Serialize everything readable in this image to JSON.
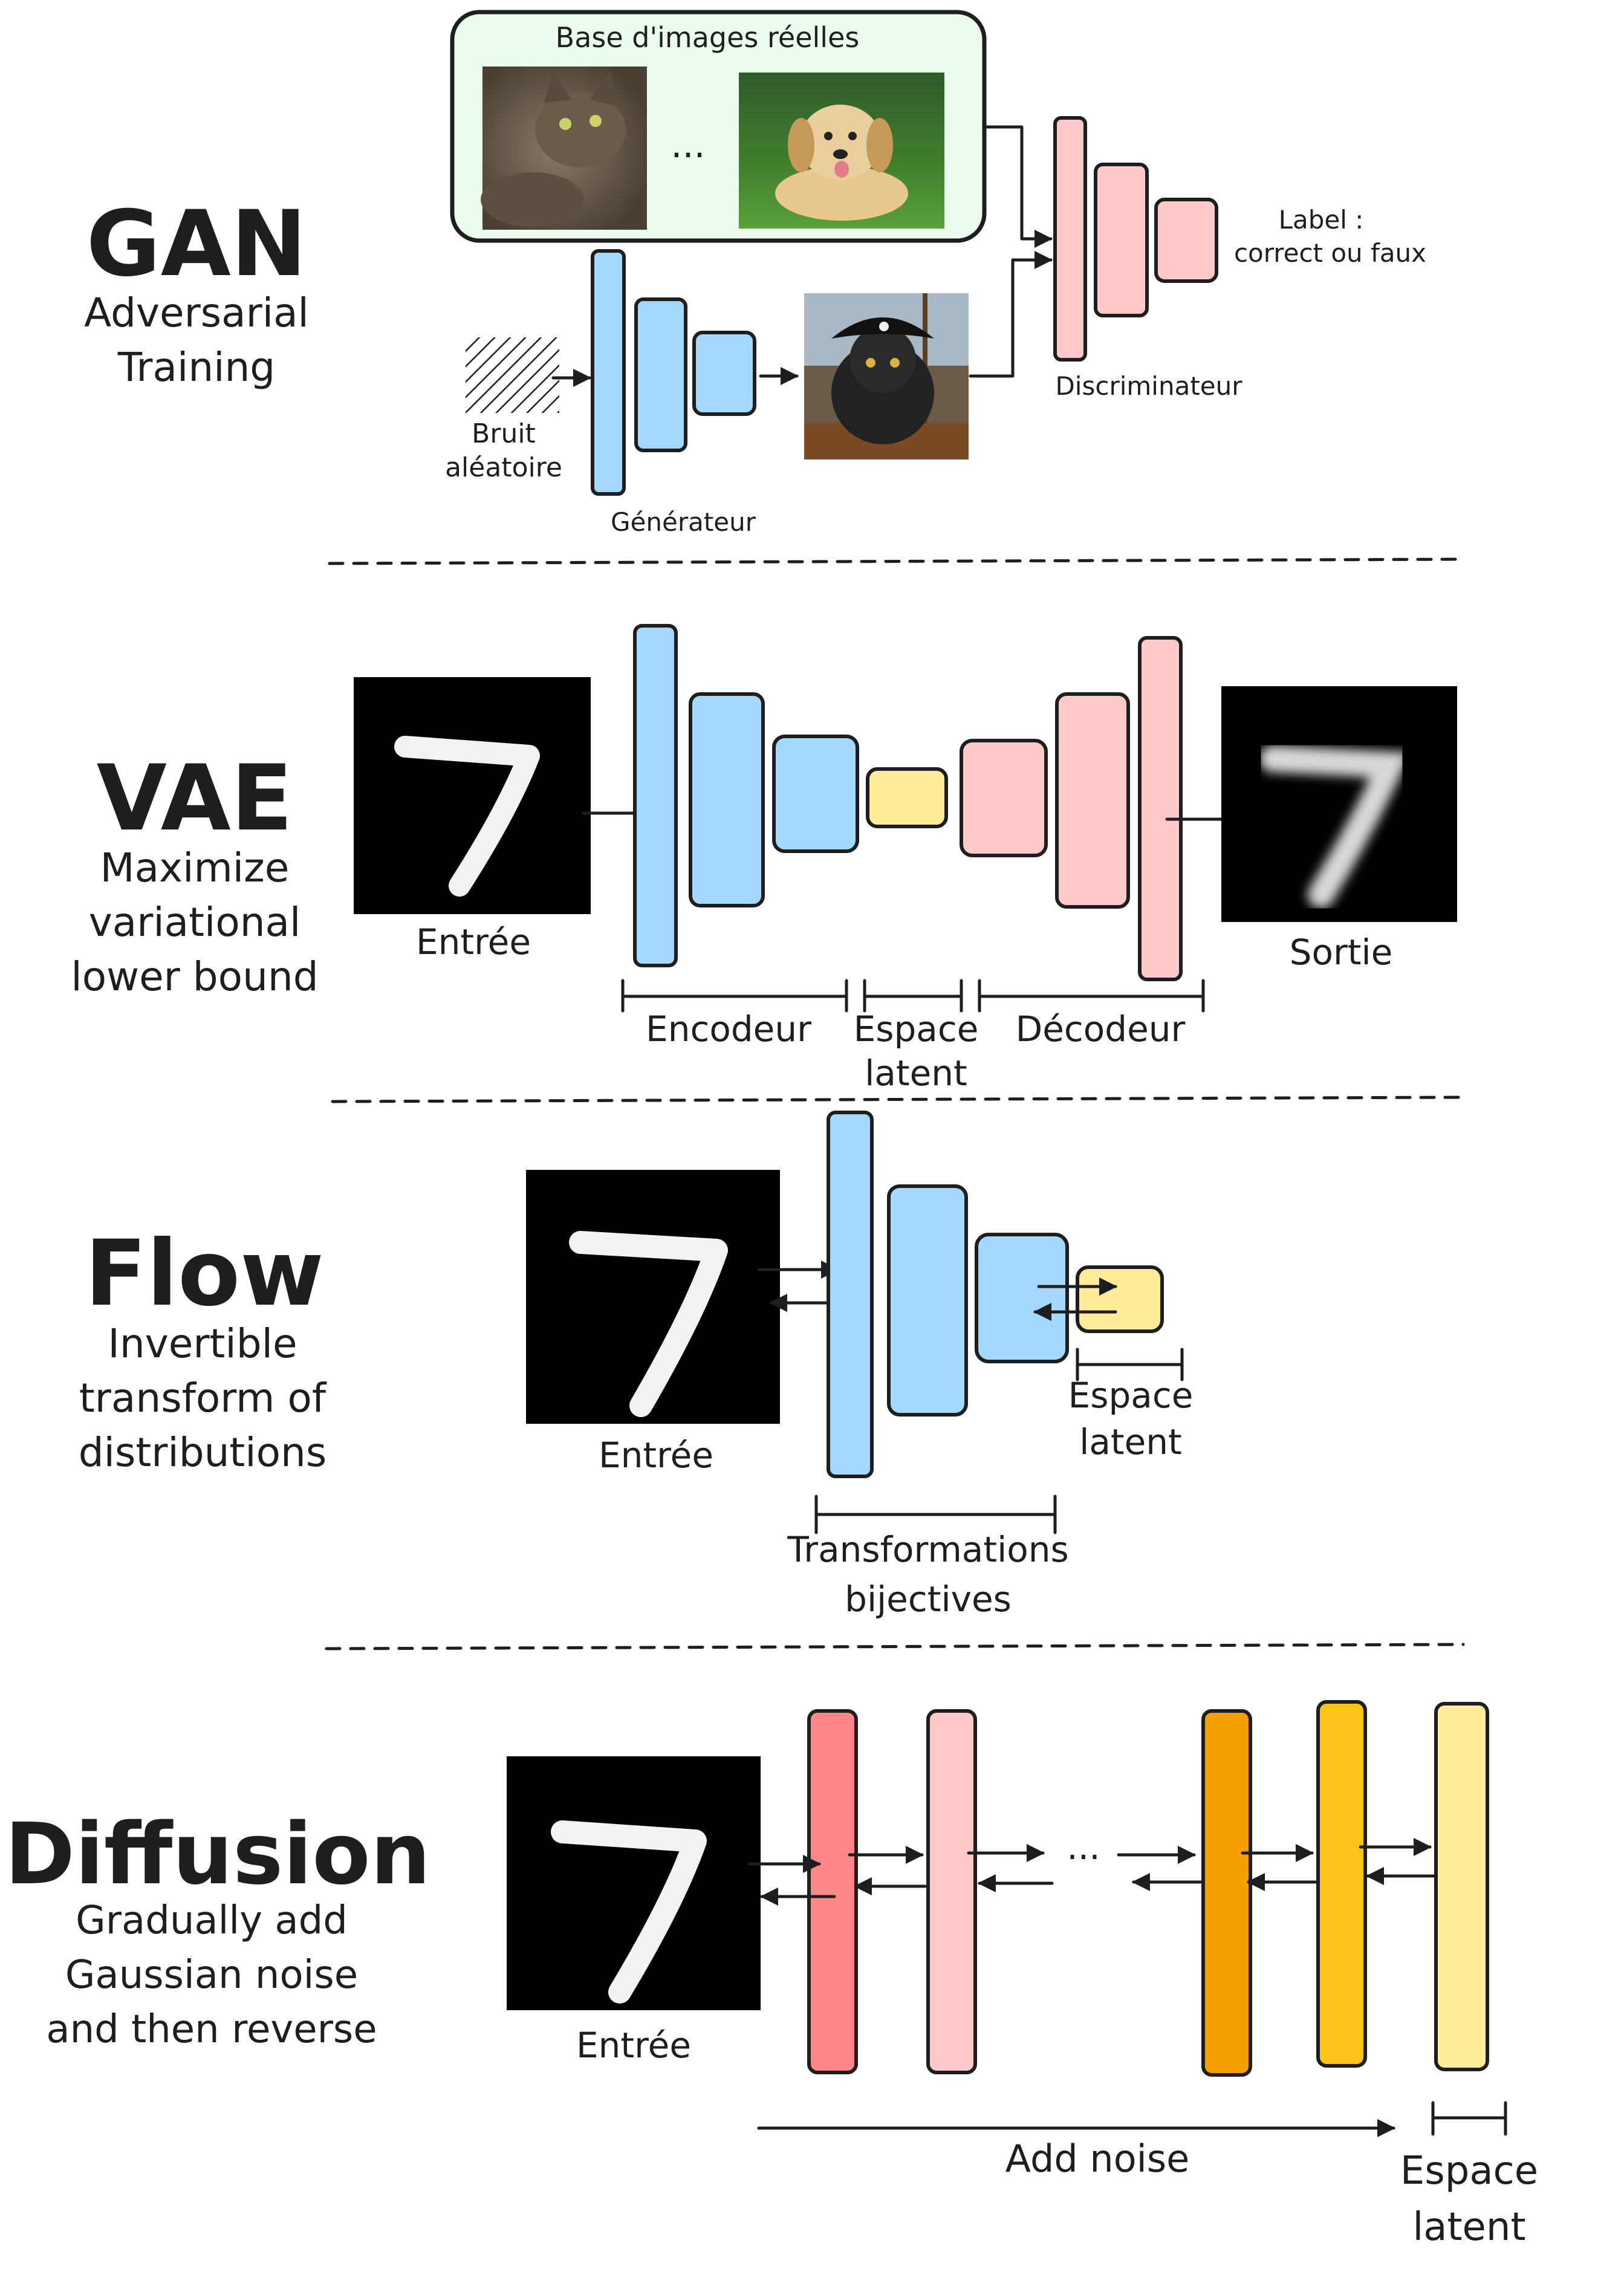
{
  "colors": {
    "blue": "#a5d8ff",
    "pink": "#ffc9c9",
    "yellow": "#ffec99",
    "green_bg": "#ebfbee",
    "diff_red": "#ff8787",
    "diff_pink": "#ffc9c9",
    "diff_orange": "#f59f00",
    "diff_gold": "#fcc419",
    "diff_pale": "#ffec99"
  },
  "gan": {
    "title": "GAN",
    "subtitle_1": "Adversarial",
    "subtitle_2": "Training",
    "dataset_label": "Base d'images réelles",
    "ellipsis": "...",
    "noise_label_1": "Bruit",
    "noise_label_2": "aléatoire",
    "generator_label": "Générateur",
    "discriminator_label": "Discriminateur",
    "output_label_1": "Label :",
    "output_label_2": "correct ou faux",
    "images": [
      "cat-photo",
      "dog-photo",
      "pirate-cat-generated"
    ]
  },
  "vae": {
    "title": "VAE",
    "subtitle_1": "Maximize",
    "subtitle_2": "variational",
    "subtitle_3": "lower bound",
    "input_label": "Entrée",
    "output_label": "Sortie",
    "encoder_label": "Encodeur",
    "latent_label_1": "Espace",
    "latent_label_2": "latent",
    "decoder_label": "Décodeur"
  },
  "flow": {
    "title": "Flow",
    "subtitle_1": "Invertible",
    "subtitle_2": "transform of",
    "subtitle_3": "distributions",
    "input_label": "Entrée",
    "latent_label_1": "Espace",
    "latent_label_2": "latent",
    "transform_label_1": "Transformations",
    "transform_label_2": "bijectives"
  },
  "diffusion": {
    "title": "Diffusion",
    "subtitle_1": "Gradually add",
    "subtitle_2": "Gaussian noise",
    "subtitle_3": "and then reverse",
    "input_label": "Entrée",
    "ellipsis": "...",
    "noise_label": "Add noise",
    "latent_label_1": "Espace",
    "latent_label_2": "latent"
  }
}
